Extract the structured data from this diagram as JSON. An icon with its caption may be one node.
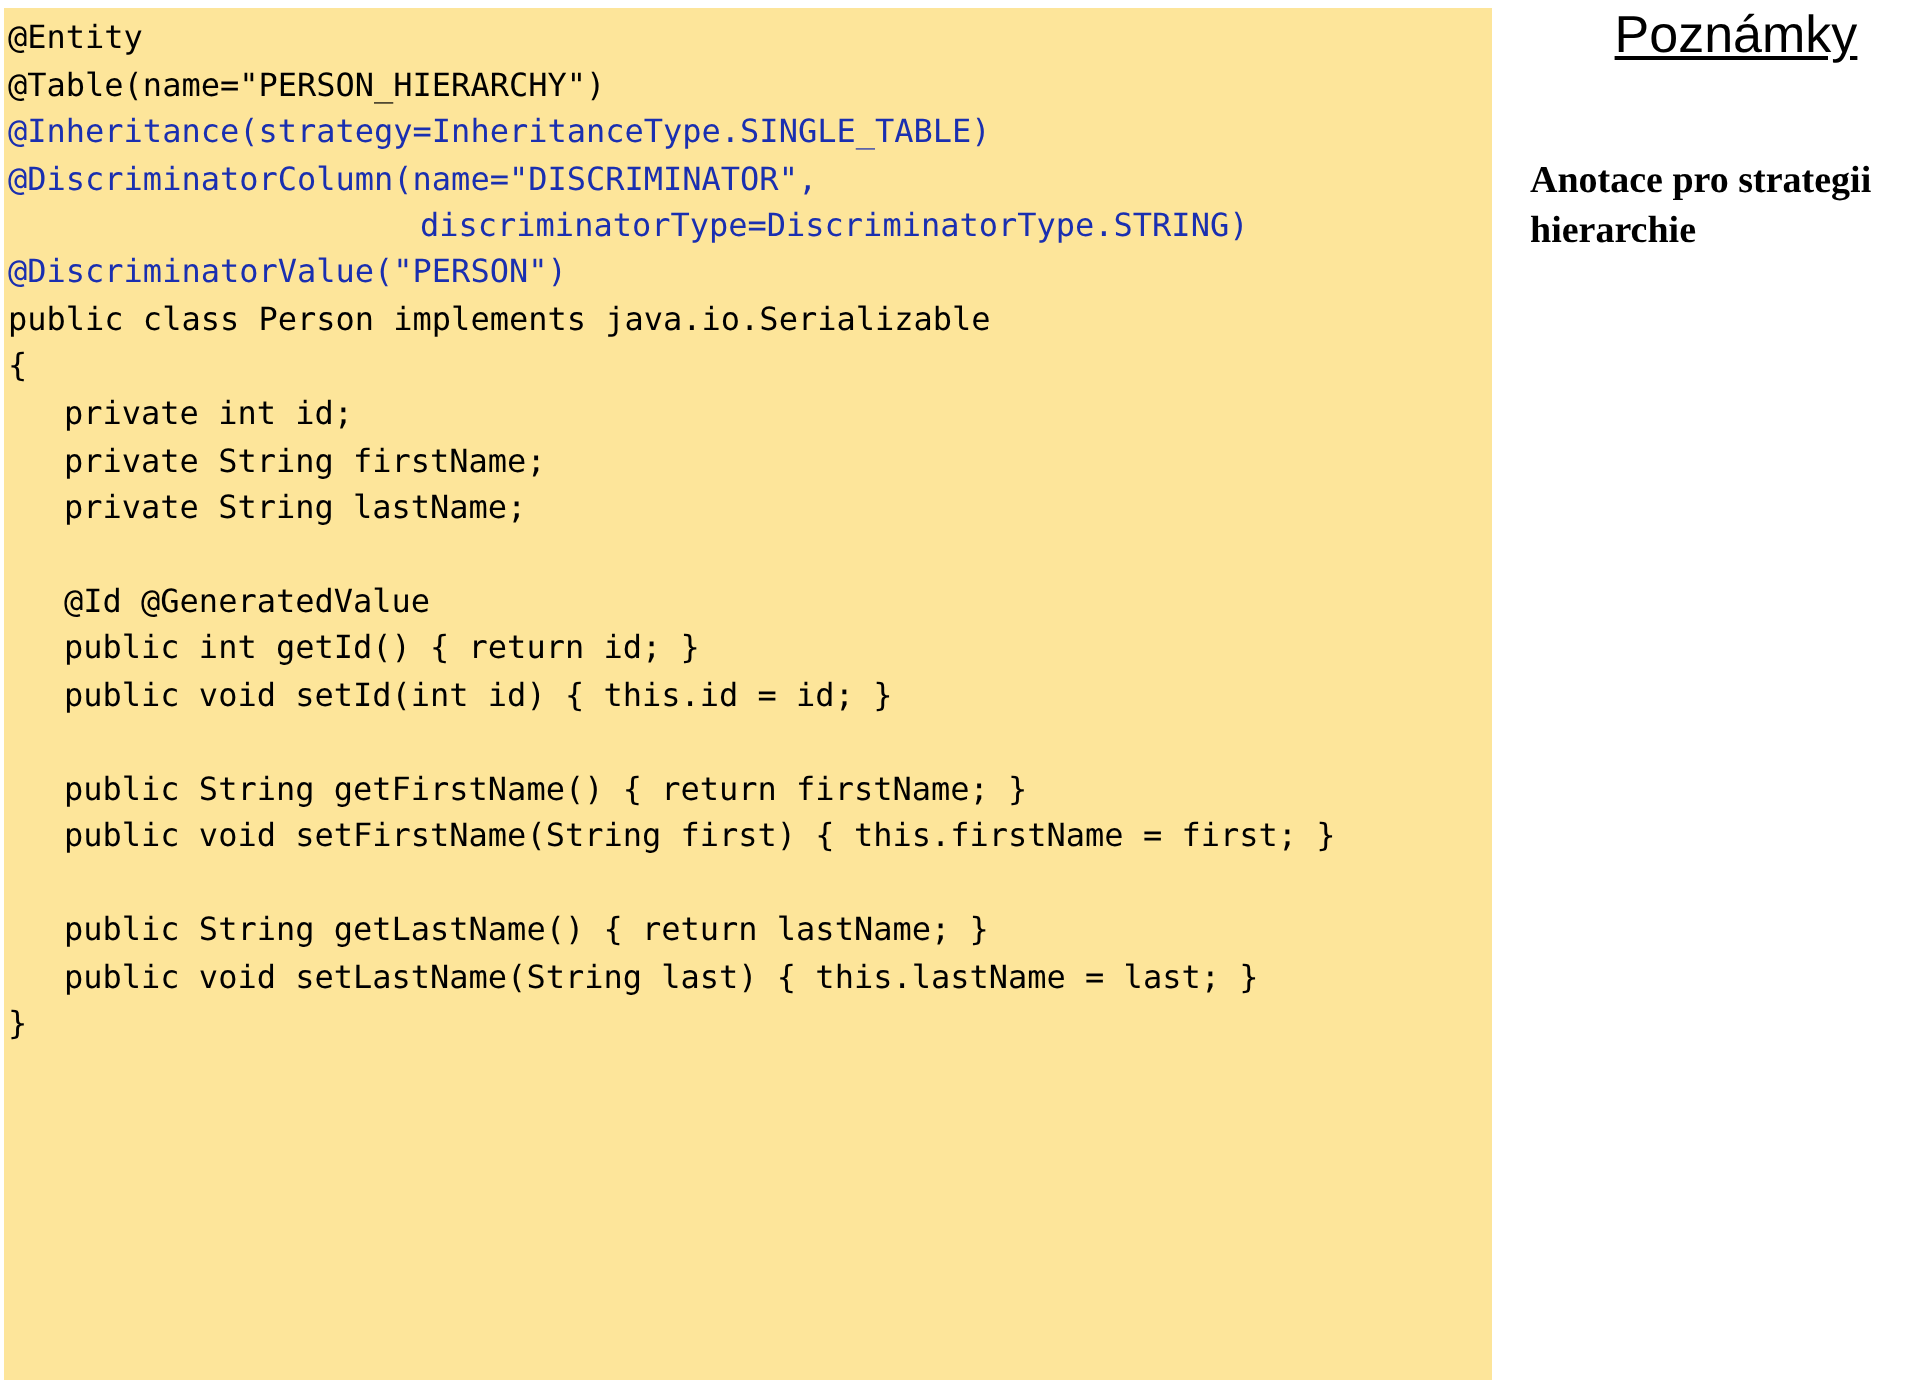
{
  "diagram": {
    "title": "Poznámky",
    "labels": [
      "@Entity",
      "@Table(name=\"PERSON_HIERARCHY\")",
      "@Inheritance(strategy=InheritanceType.SINGLE_TABLE)",
      "@DiscriminatorColumn(name=\"DISCRIMINATOR\",",
      "discriminatorType=DiscriminatorType.STRING)",
      "@DiscriminatorValue(\"PERSON\")",
      "public class Person implements java.io.Serializable",
      "{",
      "private int id;",
      "private String firstName;",
      "private String lastName;",
      "@Id @GeneratedValue",
      "public int getId() { return id; }",
      "public void setId(int id) { this.id = id; }",
      "public String getFirstName() { return firstName; }",
      "public void setFirstName(String first) { this.firstName = first; }",
      "public String getLastName() { return lastName; }",
      "public void setLastName(String last) { this.lastName = last; }",
      "}",
      "Anotace pro strategii hierarchie"
    ]
  }
}
